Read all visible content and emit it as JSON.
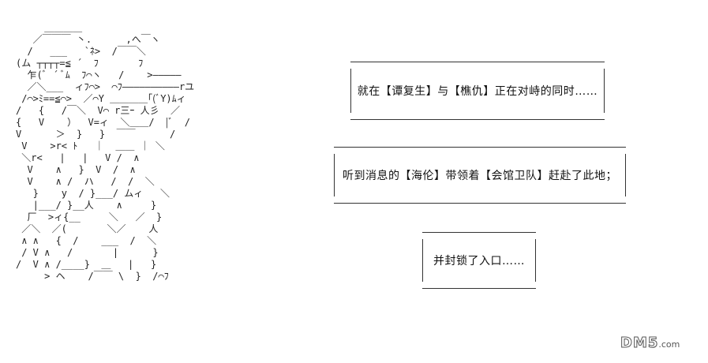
{
  "bubbles": [
    {
      "text": "就在【谭复生】与【樵仇】正在对峙的同时……"
    },
    {
      "text": "听到消息的【海伦】带领着【会馆卫队】赶赴了此地；"
    },
    {
      "text": "并封锁了入口……"
    }
  ],
  "watermark": {
    "brand": "DM5",
    "suffix": ".com"
  },
  "ascii_art": "     ＿＿＿＿\n   ／￣￣￣ 丶.      ,へ￣ヽ\n  /   ___   `ﾈ>  /￣￣＼\n(ム ┬┬┬┬=≦ ´  ﾌ       ﾌ\n  乍(ﾞ ´ ﾞﾑ  ﾌ⌒ヽ   /    >―――――\n  ／＼___  ィﾌ⌒>  ⌒ﾌ――――――――――rユ\n /⌒>ﾐ==≦⌒>  ／⌒Y ＿＿＿＿｢(ﾞY)ﾑィ\n/   {   /￣＼  V⌒ r三ｰ 人彡  ／\n{   V    ）  V=ィ  ＼＿＿/  |ﾞ  /\nV      ＞  }   }  ￣￣      /\n V    >r< ﾄ   ｜  ＿＿ ｜ ＼\n ＼r<   |   |   V /  ∧\n  V    ∧   }  V  /  ∧\n  V    ∧ /  ハ   /  /  ＼\n   }    y  / }___/ ムィ   ＼\n   |___/ }__人    ∧     }\n  厂  >ィ{__     ＼   ／  }\n ／＼  ／(       ＼／    人\n ∧ ∧   {  /    ___  /  ＼\n / V ∧   /       |      }\n/  V ∧ /____}  ＿   |   }\n     > ヘ    /￣￣ \\  }  /⌒ﾌ"
}
